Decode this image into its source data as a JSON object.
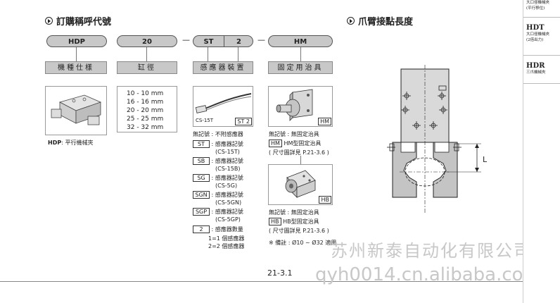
{
  "order": {
    "title": "訂購稱呼代號",
    "codes": [
      "HDP",
      "20",
      "ST",
      "2",
      "HM"
    ],
    "headers": [
      "機種仕樣",
      "缸徑",
      "感應器裝置",
      "固定用治具"
    ],
    "model_caption_code": "HDP",
    "model_caption_text": ": 平行機械夾",
    "bores": [
      "10 - 10 mm",
      "16 - 16 mm",
      "20 - 20 mm",
      "25 - 25 mm",
      "32 - 32 mm"
    ],
    "sensor_img_label": "CS-15T",
    "sensor_img_tag": "ST 2",
    "sensor_none": "無記號 : 不附感應器",
    "sensors": [
      {
        "code": "ST",
        "text": ": 感應器記號",
        "sub": "(CS-15T)"
      },
      {
        "code": "SB",
        "text": ": 感應器記號",
        "sub": "(CS-15B)"
      },
      {
        "code": "SG",
        "text": ": 感應器記號",
        "sub": "(CS-5G)"
      },
      {
        "code": "SGN",
        "text": ": 感應器記號",
        "sub": "(CS-5GN)"
      },
      {
        "code": "SGP",
        "text": ": 感應器記號",
        "sub": "(CS-5GP)"
      }
    ],
    "qty_code": "2",
    "qty_text": ": 感應器數量",
    "qty_lines": [
      "1=1 個感應器",
      "2=2 個感應器"
    ],
    "fix1_tag": "HM",
    "fix1_none": "無記號 : 無固定治具",
    "fix1_code": "HM",
    "fix1_text": "HM型固定治具",
    "fix1_ref": "( 尺寸圖詳見 P.21-3.6 )",
    "fix2_tag": "HB",
    "fix2_none": "無記號 : 無固定治具",
    "fix2_code": "HB",
    "fix2_text": "HB型固定治具",
    "fix2_ref": "( 尺寸圖詳見 P.21-3.6 )",
    "note": "※ 備註 : Ø10 ~ Ø32 適用"
  },
  "arm": {
    "title": "爪臂接點長度",
    "dim_label": "L"
  },
  "page_number": "21-3.1",
  "sidebar": [
    {
      "title": "",
      "sub1": "大口徑機械夾",
      "sub2": "(平行移位)"
    },
    {
      "title": "HDT",
      "sub1": "大口徑機械夾",
      "sub2": "(2倍出力)"
    },
    {
      "title": "HDR",
      "sub1": "三爪機械夾",
      "sub2": ""
    }
  ],
  "watermark": {
    "cn": "苏州新泰自动化有限公司",
    "url": "qyh0014.cn.alibaba.com"
  }
}
